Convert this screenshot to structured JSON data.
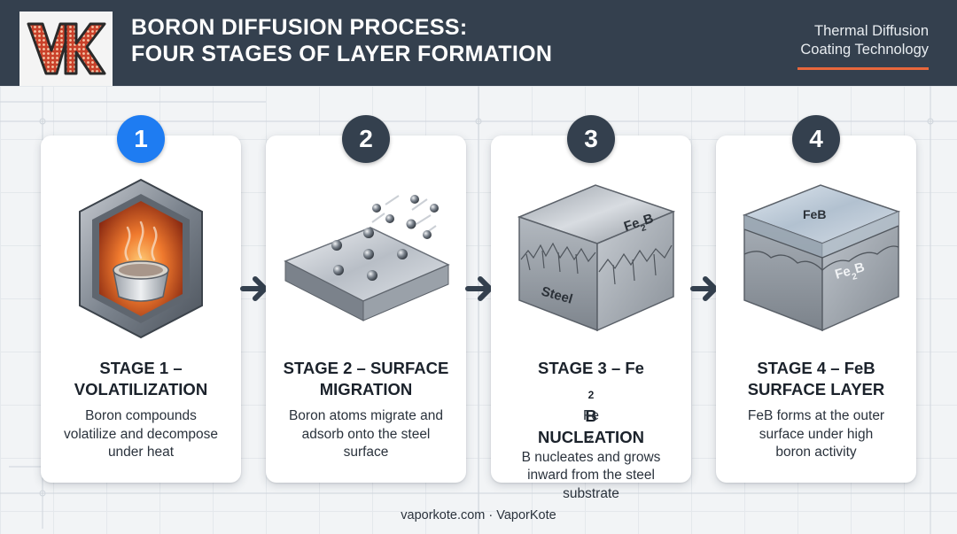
{
  "header": {
    "logo_text": "VK",
    "title_line1": "BORON DIFFUSION PROCESS:",
    "title_line2": "FOUR STAGES OF LAYER FORMATION",
    "tagline_line1": "Thermal Diffusion",
    "tagline_line2": "Coating Technology",
    "accent_color": "#e8673c",
    "background_color": "#34404e"
  },
  "stages": [
    {
      "number": "1",
      "active": true,
      "title_line1": "STAGE 1 –",
      "title_line2": "VOLATILIZATION",
      "desc_line1": "Boron compounds",
      "desc_line2": "volatilize and decompose",
      "desc_line3": "under heat",
      "icon": "furnace-crucible-icon"
    },
    {
      "number": "2",
      "active": false,
      "title_line1": "STAGE 2 – SURFACE",
      "title_line2": "MIGRATION",
      "desc_line1": "Boron atoms migrate and",
      "desc_line2": "adsorb onto the steel",
      "desc_line3": "surface",
      "icon": "steel-plate-atoms-icon"
    },
    {
      "number": "3",
      "active": false,
      "title_line1_pre": "STAGE 3 – Fe",
      "title_line1_sub": "2",
      "title_line1_post": "B",
      "title_line2": "NUCLEATION",
      "desc_line1_pre": "Fe",
      "desc_line1_sub": "2",
      "desc_line1_post": "B nucleates and grows",
      "desc_line2": "inward from the steel",
      "desc_line3": "substrate",
      "icon": "steel-cube-fe2b-icon",
      "label_layer_pre": "Fe",
      "label_layer_sub": "2",
      "label_layer_post": "B",
      "label_substrate": "Steel"
    },
    {
      "number": "4",
      "active": false,
      "title_line1": "STAGE 4 – FeB",
      "title_line2": "SURFACE LAYER",
      "desc_line1": "FeB forms at the outer",
      "desc_line2": "surface under high",
      "desc_line3": "boron activity",
      "icon": "layered-cube-feb-icon",
      "label_top": "FeB",
      "label_layer_pre": "Fe",
      "label_layer_sub": "2",
      "label_layer_post": "B"
    }
  ],
  "badge_active_color": "#1e7cf2",
  "badge_color": "#34404e",
  "footer": "vaporkote.com · VaporKote"
}
